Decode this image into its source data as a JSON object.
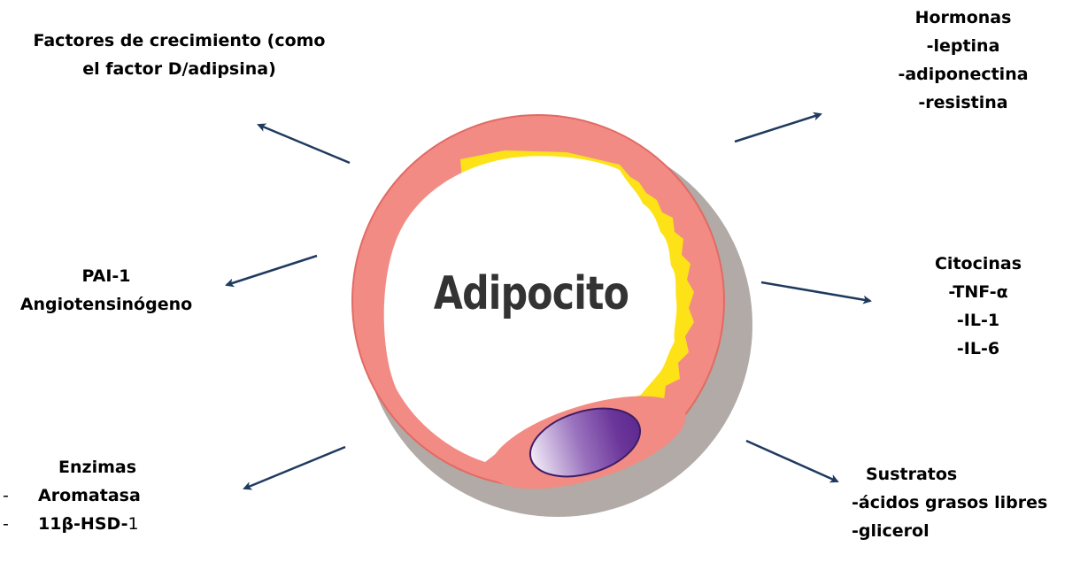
{
  "center_label": "Adipocito",
  "colors": {
    "membrane": "#f28b84",
    "membrane_outline": "#e26a64",
    "shadow": "#b1aaa6",
    "lipid_rim": "#fde218",
    "nucleus_dark": "#5d2a8f",
    "nucleus_light": "#f2ecf7",
    "arrow": "#1f3a5f"
  },
  "groups": {
    "growth_factors": {
      "lines": [
        "Factores de crecimiento (como",
        "el factor D/adipsina)"
      ]
    },
    "hormones": {
      "title": "Hormonas",
      "items": [
        "-leptina",
        "-adiponectina",
        "-resistina"
      ]
    },
    "pai": {
      "lines": [
        "PAI-1",
        "Angiotensinógeno"
      ]
    },
    "cytokines": {
      "title": "Citocinas",
      "items": [
        "-TNF-α",
        "-IL-1",
        "-IL-6"
      ]
    },
    "enzymes": {
      "title": "Enzimas",
      "bullet": "-",
      "items": [
        "Aromatasa"
      ],
      "hsd_main": "11β-HSD-",
      "hsd_suffix": "1"
    },
    "substrates": {
      "title": "Sustratos",
      "items": [
        "-ácidos grasos libres",
        "-glicerol"
      ]
    }
  }
}
